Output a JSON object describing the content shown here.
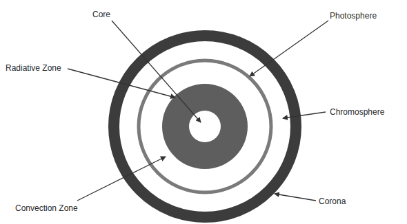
{
  "diagram": {
    "labels": [
      "Core",
      "Photosphere",
      "Radiative Zone",
      "Chromosphere",
      "Convection Zone",
      "Corona"
    ]
  }
}
